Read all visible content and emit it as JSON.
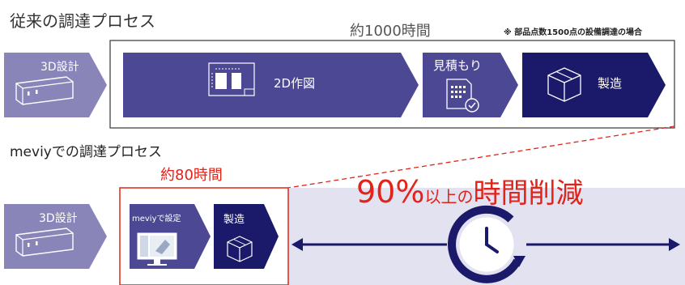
{
  "colors": {
    "light_purple": "#8a85b9",
    "mid_purple": "#4c4894",
    "dark_navy": "#1b1a6a",
    "accent_red": "#e2231a",
    "panel_bg": "#e3e2f1",
    "dark_text": "#333333"
  },
  "conventional": {
    "title": "従来の調達プロセス",
    "duration": "約1000時間",
    "note": "※ 部品点数1500点の設備調達の場合",
    "steps": [
      {
        "label": "3D設計",
        "icon": "3d-model-icon"
      },
      {
        "label": "2D作図",
        "icon": "2d-drawing-icon"
      },
      {
        "label": "見積もり",
        "icon": "quote-document-icon"
      },
      {
        "label": "製造",
        "icon": "package-box-icon"
      }
    ]
  },
  "meviy": {
    "title": "meviyでの調達プロセス",
    "duration": "約80時間",
    "steps": [
      {
        "label": "3D設計",
        "icon": "3d-model-icon"
      },
      {
        "label": "meviyで設定",
        "icon": "monitor-icon"
      },
      {
        "label": "製造",
        "icon": "package-box-icon"
      }
    ],
    "reduction_percent": "90%",
    "reduction_mid": "以上の",
    "reduction_tail": "時間削減",
    "reduction_icon": "clock-icon"
  }
}
